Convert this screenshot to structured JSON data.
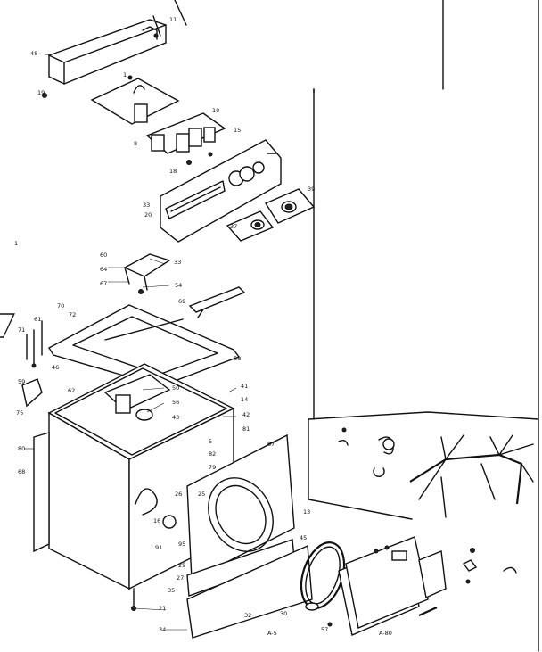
{
  "labels": {
    "l1": "48",
    "l2": "19",
    "l3": "1",
    "l4": "11",
    "l5": "8",
    "l6": "10",
    "l7": "18",
    "l8": "15",
    "l9": "33",
    "l10": "20",
    "l11": "39",
    "l12": "37",
    "l13": "60",
    "l14": "64",
    "l15": "67",
    "l16": "33",
    "l17": "54",
    "l18": "69",
    "l19": "70",
    "l20": "72",
    "l21": "71",
    "l22": "61",
    "l23": "46",
    "l24": "59",
    "l25": "75",
    "l26": "62",
    "l27": "58",
    "l28": "50",
    "l29": "56",
    "l30": "43",
    "l31": "41",
    "l32": "14",
    "l33": "42",
    "l34": "81",
    "l35": "87",
    "l36": "80",
    "l37": "68",
    "l38": "5",
    "l39": "82",
    "l40": "79",
    "l41": "25",
    "l42": "26",
    "l43": "16",
    "l44": "95",
    "l45": "91",
    "l46": "29",
    "l47": "27",
    "l48": "35",
    "l49": "21",
    "l50": "34",
    "l51": "32",
    "l52": "30",
    "l53": "13",
    "l54": "45",
    "l55": "57",
    "l56": "A-5",
    "l57": "A-80",
    "l58": "1"
  }
}
